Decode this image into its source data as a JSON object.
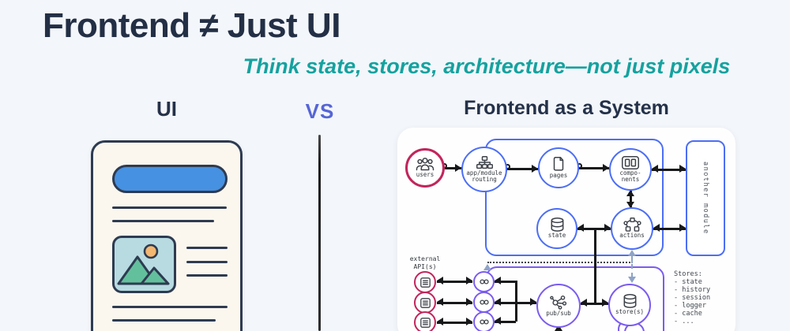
{
  "header": {
    "title": "Frontend ≠ Just UI",
    "subtitle": "Think state, stores, architecture—not just pixels"
  },
  "comparison": {
    "left_heading": "UI",
    "vs": "VS",
    "right_heading": "Frontend as a System"
  },
  "diagram": {
    "nodes": {
      "users": "users",
      "routing": "app/module\nrouting",
      "pages": "pages",
      "components": "compo-\nnents",
      "state": "state",
      "actions": "actions",
      "pubsub": "pub/sub",
      "stores": "store(s)",
      "another_module": "another module"
    },
    "external_api_label": "external\nAPI(s)",
    "stores_panel": {
      "title": "Stores:",
      "items": [
        "- state",
        "- history",
        "- session",
        "- logger",
        "- cache",
        "- ..."
      ]
    }
  },
  "colors": {
    "background": "#f3f6fa",
    "heading_navy": "#232f45",
    "subtitle_teal": "#14a29f",
    "vs_indigo": "#5565d6",
    "node_blue": "#4c6ef5",
    "node_magenta": "#c2255c",
    "node_purple": "#7a5cf0",
    "card_cream": "#fbf7ee",
    "card_blue_bar": "#4691e1",
    "illustration_teal": "#b7dbe1",
    "mountain_green": "#63c09c",
    "sun_orange": "#f3b771"
  }
}
